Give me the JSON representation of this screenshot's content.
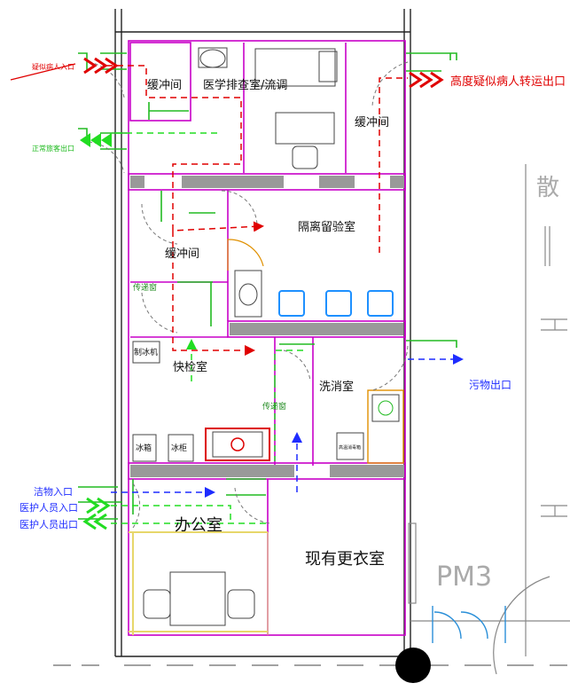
{
  "rooms": {
    "exam_room": "医学排查室/流调",
    "buffer_top_left": "缓冲间",
    "buffer_top_right": "缓冲间",
    "isolation_room": "隔离留验室",
    "buffer_mid": "缓冲间",
    "rapid_test": "快检室",
    "wash_room": "洗消室",
    "office": "办公室",
    "locker_room": "现有更衣室"
  },
  "exits": {
    "suspect_entry": "疑似病人入口",
    "suspected_transfer_exit": "高度疑似病人转运出口",
    "normal_exit": "正常旅客出口",
    "waste_exit": "污物出口",
    "clean_entry": "洁物入口",
    "staff_entry": "医护人员入口",
    "staff_exit": "医护人员出口"
  },
  "equipment": {
    "pass_window_1": "传递窗",
    "pass_window_2": "传递窗",
    "ice_machine": "制冰机",
    "freezer": "冰箱",
    "fridge": "冰柜",
    "disinfector": "高温消毒箱"
  },
  "side_labels": {
    "pm": "PM3",
    "partial_text": "散"
  },
  "colors": {
    "patient_flow": "#e00000",
    "normal_flow": "#22dd22",
    "material_flow": "#1e2cff",
    "room_wall": "#c800c8",
    "door": "#22bb22"
  }
}
